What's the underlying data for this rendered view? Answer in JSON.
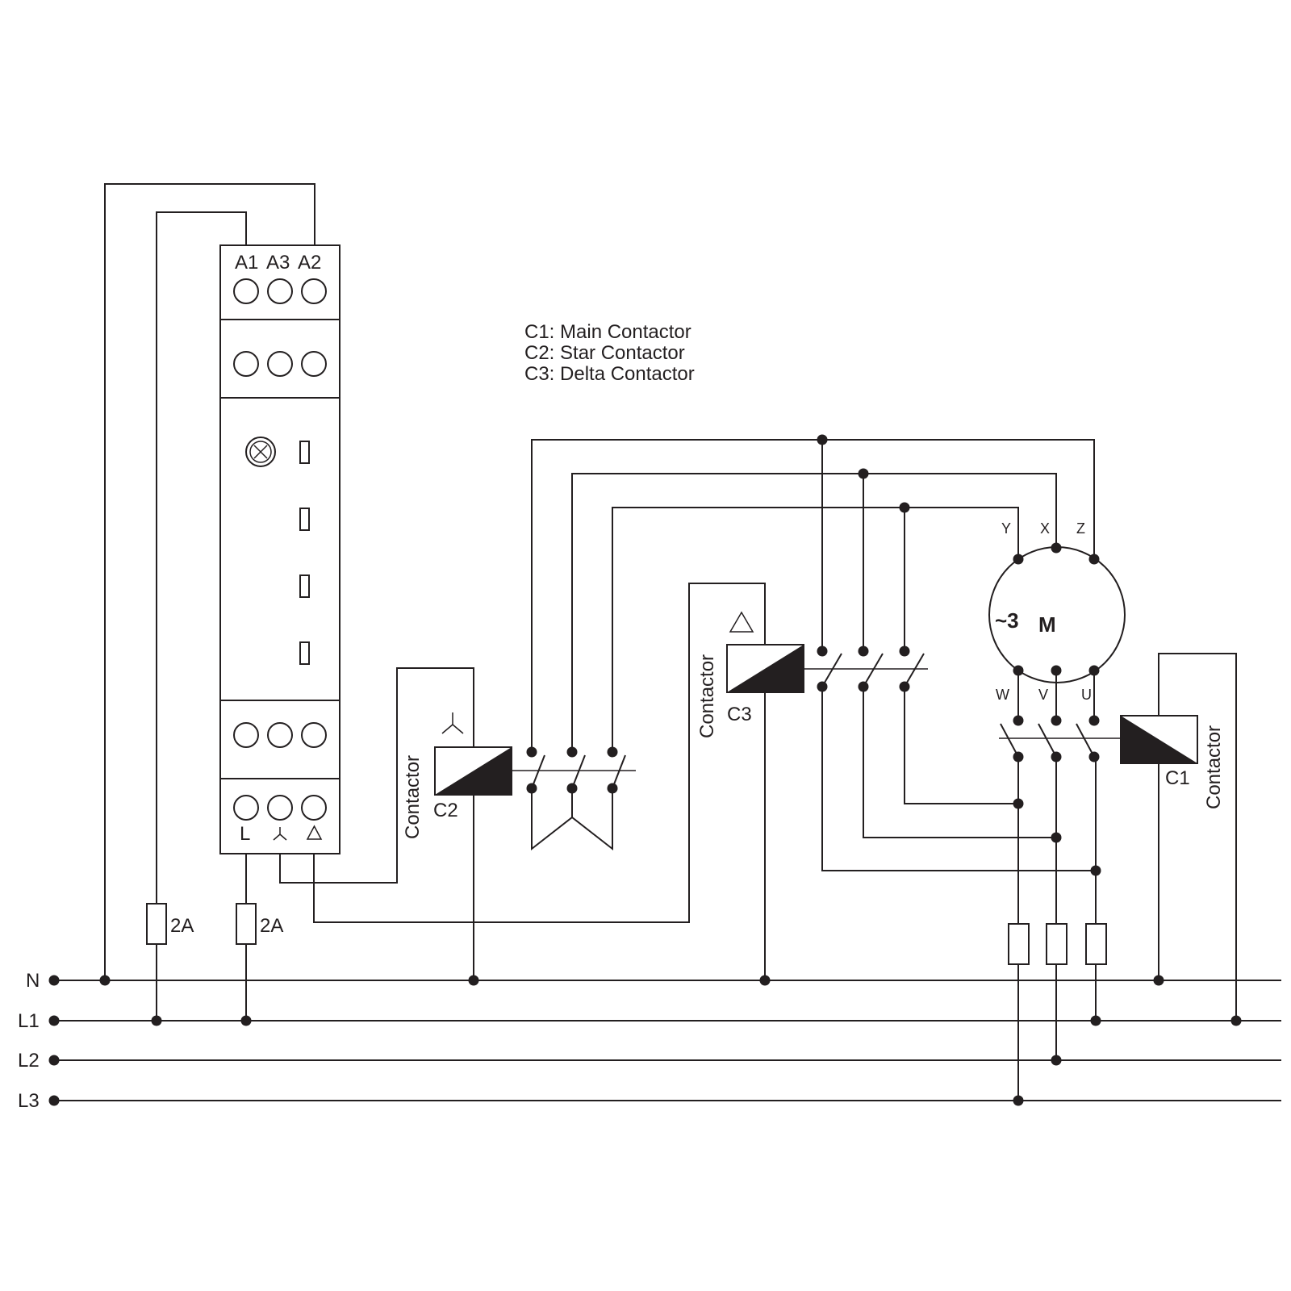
{
  "legend": {
    "c1": "C1: Main Contactor",
    "c2": "C2: Star Contactor",
    "c3": "C3: Delta Contactor"
  },
  "relay": {
    "top_terminals": {
      "a1": "A1",
      "a3": "A3",
      "a2": "A2"
    },
    "bottom_terminals": {
      "l": "L",
      "star": "⅄",
      "delta": "△"
    }
  },
  "fuses": {
    "fuse1": "2A",
    "fuse2": "2A"
  },
  "lines": {
    "n": "N",
    "l1": "L1",
    "l2": "L2",
    "l3": "L3"
  },
  "contactors": {
    "c2": {
      "name": "C2",
      "caption": "Contactor",
      "symbol": "⅄"
    },
    "c3": {
      "name": "C3",
      "caption": "Contactor",
      "symbol": "△"
    },
    "c1": {
      "name": "C1",
      "caption": "Contactor"
    }
  },
  "motor": {
    "phase": "~3",
    "label": "M",
    "top_terminals": {
      "y": "Y",
      "x": "X",
      "z": "Z"
    },
    "bottom_terminals": {
      "w": "W",
      "v": "V",
      "u": "U"
    }
  }
}
